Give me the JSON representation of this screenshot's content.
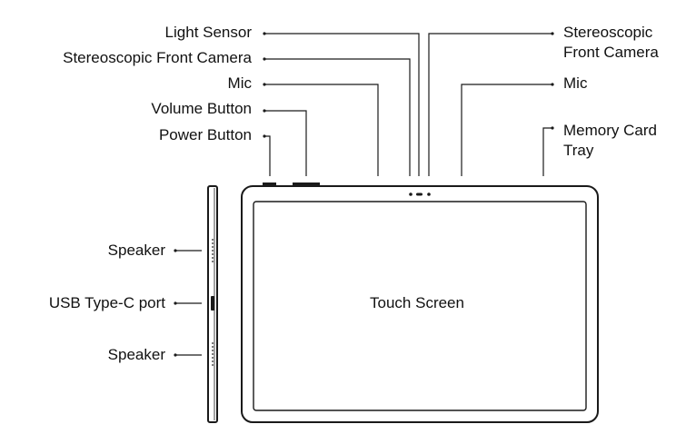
{
  "labels": {
    "light_sensor": "Light Sensor",
    "stereo_camera_left": "Stereoscopic Front Camera",
    "mic_left": "Mic",
    "volume_button": "Volume Button",
    "power_button": "Power Button",
    "stereo_camera_right_line1": "Stereoscopic",
    "stereo_camera_right_line2": "Front Camera",
    "mic_right": "Mic",
    "memory_card_line1": "Memory Card",
    "memory_card_line2": "Tray",
    "speaker_top": "Speaker",
    "usb_port": "USB Type-C port",
    "speaker_bottom": "Speaker",
    "touch_screen": "Touch Screen"
  }
}
